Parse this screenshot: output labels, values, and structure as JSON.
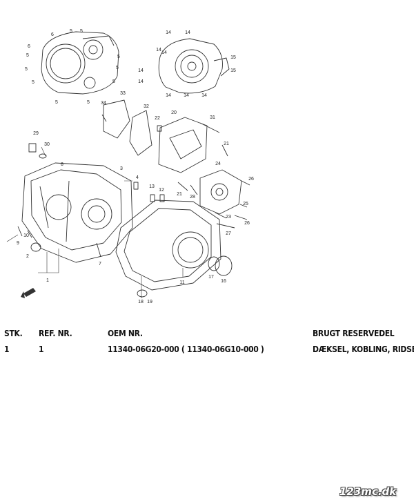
{
  "diagram": {
    "callouts": [
      "6",
      "5",
      "5",
      "5",
      "5",
      "5",
      "6",
      "5",
      "5",
      "5",
      "5",
      "5",
      "14",
      "14",
      "14",
      "14",
      "15",
      "15",
      "14",
      "14",
      "14",
      "14",
      "14",
      "33",
      "34",
      "32",
      "22",
      "20",
      "31",
      "29",
      "30",
      "21",
      "3",
      "24",
      "26",
      "4",
      "13",
      "12",
      "21",
      "28",
      "25",
      "10",
      "26",
      "27",
      "2",
      "23",
      "7",
      "17",
      "16",
      "11",
      "9",
      "18",
      "19",
      "1",
      "8"
    ]
  },
  "table": {
    "headers": [
      "STK.",
      "REF. NR.",
      "OEM NR.",
      "BRUGT RESERVEDEL"
    ],
    "rows": [
      {
        "qty": "1",
        "ref": "1",
        "oem": "11340-06G20-000 ( 11340-06G10-000 )",
        "desc": "DÆKSEL, KOBLING, RIDSET"
      }
    ]
  },
  "watermark": "123mc.dk"
}
